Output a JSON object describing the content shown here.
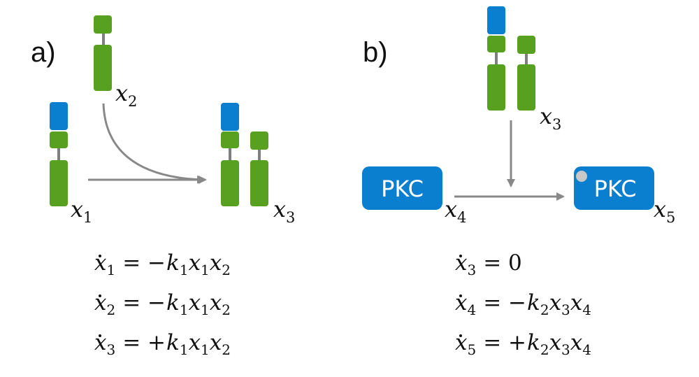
{
  "colors": {
    "receptor_green": "#58a020",
    "ligand_blue": "#0a7fd0",
    "linker_gray": "#7f7f7f",
    "arrow_gray": "#888888",
    "pkc_blue": "#0a7fd0",
    "phospho_dot": "#c8c8c8"
  },
  "panel_a": {
    "label": "a)",
    "species": {
      "x1": {
        "var": "x",
        "sub": "1"
      },
      "x2": {
        "var": "x",
        "sub": "2"
      },
      "x3": {
        "var": "x",
        "sub": "3"
      }
    },
    "equations": [
      {
        "var": "x",
        "sub": "1",
        "op": "= −",
        "k": "k",
        "ksub": "1",
        "t1": "x",
        "t1sub": "1",
        "t2": "x",
        "t2sub": "2"
      },
      {
        "var": "x",
        "sub": "2",
        "op": "= −",
        "k": "k",
        "ksub": "1",
        "t1": "x",
        "t1sub": "1",
        "t2": "x",
        "t2sub": "2"
      },
      {
        "var": "x",
        "sub": "3",
        "op": "= +",
        "k": "k",
        "ksub": "1",
        "t1": "x",
        "t1sub": "1",
        "t2": "x",
        "t2sub": "2"
      }
    ]
  },
  "panel_b": {
    "label": "b)",
    "pkc_label": "PKC",
    "pkc_active_label": "PKC",
    "species": {
      "x3": {
        "var": "x",
        "sub": "3"
      },
      "x4": {
        "var": "x",
        "sub": "4"
      },
      "x5": {
        "var": "x",
        "sub": "5"
      }
    },
    "equations": [
      {
        "var": "x",
        "sub": "3",
        "op": "= 0"
      },
      {
        "var": "x",
        "sub": "4",
        "op": "= −",
        "k": "k",
        "ksub": "2",
        "t1": "x",
        "t1sub": "3",
        "t2": "x",
        "t2sub": "4"
      },
      {
        "var": "x",
        "sub": "5",
        "op": "= +",
        "k": "k",
        "ksub": "2",
        "t1": "x",
        "t1sub": "3",
        "t2": "x",
        "t2sub": "4"
      }
    ]
  }
}
